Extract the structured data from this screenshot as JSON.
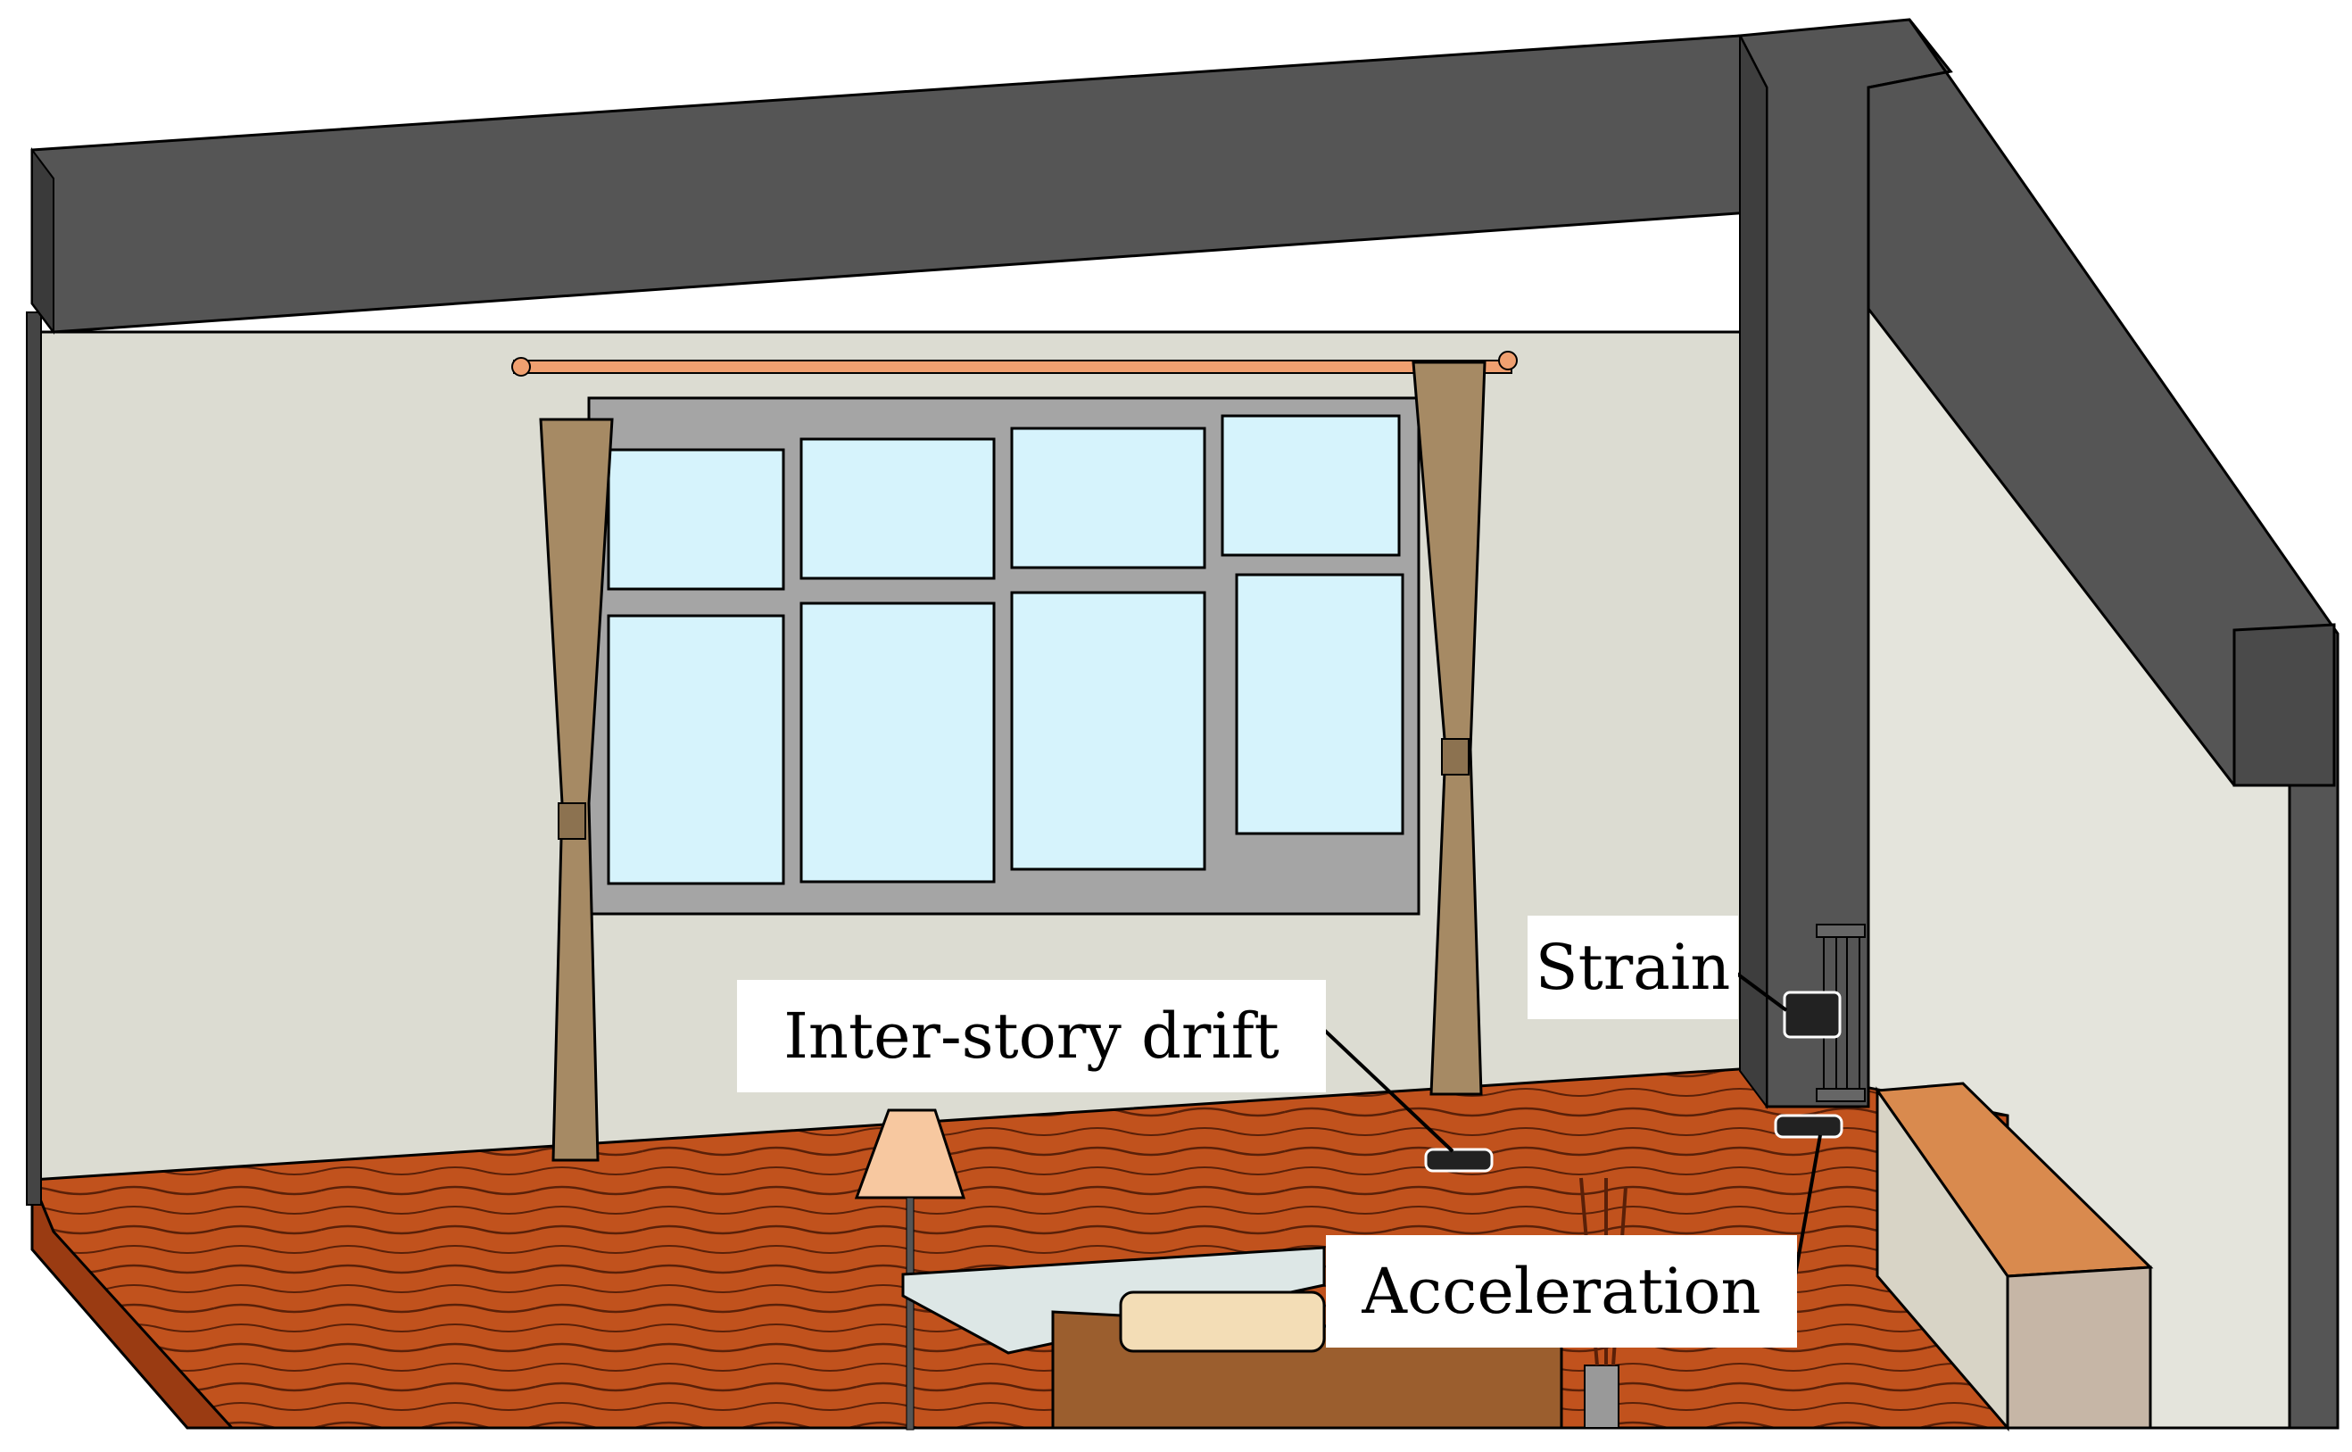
{
  "labels": {
    "strain": "Strain",
    "inter_story_drift": "Inter-story drift",
    "acceleration": "Acceleration"
  },
  "colors": {
    "beam": "#555555",
    "wall": "#dcdcd2",
    "side_wall": "#e4e4dc",
    "floor": "#c1521d",
    "glass": "#d6f3fc",
    "window_frame": "#9a9a9a",
    "curtain": "#a68a64",
    "curtain_rod": "#f0a070",
    "cabinet_top": "#d98a4e",
    "sofa": "#9b5e2e",
    "sensor": "#222222"
  },
  "icons": {
    "strain_sensor": "strain-sensor-icon",
    "drift_sensor": "drift-sensor-icon",
    "acceleration_sensor": "acceleration-sensor-icon",
    "floor_lamp": "floor-lamp-icon",
    "vase": "vase-icon"
  }
}
